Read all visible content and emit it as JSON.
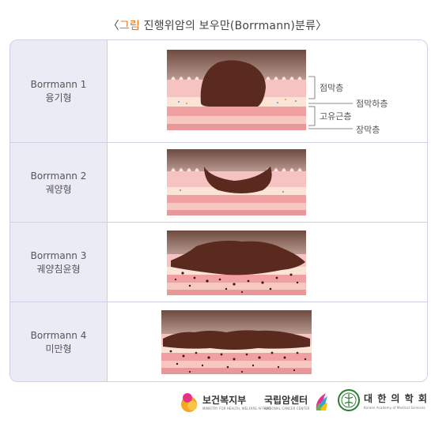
{
  "title": {
    "bracket_open": "〈",
    "accent": "그림",
    "text": " 진행위암의 보우만(Borrmann)분류",
    "bracket_close": "〉"
  },
  "rows": [
    {
      "type": "Borrmann 1",
      "name": "융기형"
    },
    {
      "type": "Borrmann 2",
      "name": "궤양형"
    },
    {
      "type": "Borrmann 3",
      "name": "궤양침윤형"
    },
    {
      "type": "Borrmann 4",
      "name": "미만형"
    }
  ],
  "layers": {
    "mucosa": "점막층",
    "submucosa": "점막하층",
    "muscularis": "고유근층",
    "serosa": "장막층"
  },
  "logos": {
    "mohw": "보건복지부",
    "mohw_en": "MINISTRY FOR HEALTH, WELFARE AFFAIRS",
    "ncc": "국립암센터",
    "ncc_en": "NATIONAL CANCER CENTER",
    "kams": "대 한 의 학 회",
    "kams_en": "Korean Academy of Medical Sciences"
  },
  "colors": {
    "accent": "#e8731c",
    "tumor": "#5a2a1e",
    "mucosa": "#f4b6b6",
    "lumen": "#8a6a5a",
    "table_label_bg": "#ebebf6",
    "border": "#cfcfe6"
  }
}
